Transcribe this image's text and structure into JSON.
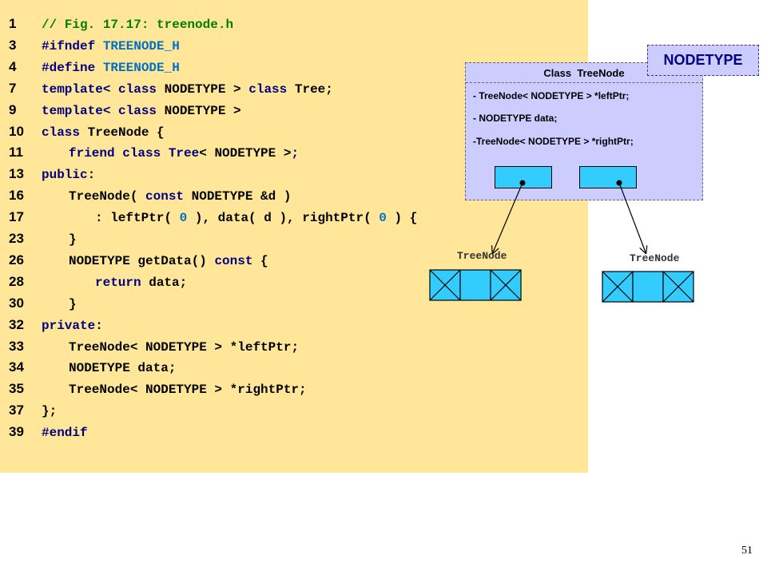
{
  "slide_number": "51",
  "code_lines": [
    {
      "no": "1",
      "indent": 0,
      "tokens": [
        {
          "t": "// Fig. 17.17: treenode.h",
          "c": "c"
        }
      ]
    },
    {
      "no": "3",
      "indent": 0,
      "tokens": [
        {
          "t": "#ifndef ",
          "c": "k"
        },
        {
          "t": "TREENODE_H",
          "c": "b"
        }
      ]
    },
    {
      "no": "4",
      "indent": 0,
      "tokens": [
        {
          "t": "#define ",
          "c": "k"
        },
        {
          "t": "TREENODE_H",
          "c": "b"
        }
      ]
    },
    {
      "no": "7",
      "indent": 0,
      "tokens": [
        {
          "t": "template",
          "c": "k"
        },
        {
          "t": "< class ",
          "c": "k"
        },
        {
          "t": "NODETYPE > ",
          "c": "i"
        },
        {
          "t": "class ",
          "c": "k"
        },
        {
          "t": "Tree;",
          "c": "i"
        }
      ]
    },
    {
      "no": "9",
      "indent": 0,
      "tokens": [
        {
          "t": "template",
          "c": "k"
        },
        {
          "t": "< class ",
          "c": "k"
        },
        {
          "t": "NODETYPE >",
          "c": "i"
        }
      ]
    },
    {
      "no": "10",
      "indent": 0,
      "tokens": [
        {
          "t": "class ",
          "c": "k"
        },
        {
          "t": "TreeNode {",
          "c": "i"
        }
      ]
    },
    {
      "no": "11",
      "indent": 1,
      "tokens": [
        {
          "t": "friend class ",
          "c": "k"
        },
        {
          "t": "Tree",
          "c": "k"
        },
        {
          "t": "< NODETYPE >",
          "c": "i"
        },
        {
          "t": ";",
          "c": "k"
        }
      ]
    },
    {
      "no": "13",
      "indent": 0,
      "tokens": [
        {
          "t": "public",
          "c": "k"
        },
        {
          "t": ":",
          "c": "i"
        }
      ]
    },
    {
      "no": "16",
      "indent": 1,
      "tokens": [
        {
          "t": "TreeNode( ",
          "c": "i"
        },
        {
          "t": "const ",
          "c": "k"
        },
        {
          "t": "NODETYPE &d )",
          "c": "i"
        }
      ]
    },
    {
      "no": "17",
      "indent": 2,
      "tokens": [
        {
          "t": ": leftPtr( ",
          "c": "i"
        },
        {
          "t": "0",
          "c": "b"
        },
        {
          "t": " ), data( d ), rightPtr( ",
          "c": "i"
        },
        {
          "t": "0",
          "c": "b"
        },
        {
          "t": " ) {",
          "c": "i"
        }
      ]
    },
    {
      "no": "23",
      "indent": 1,
      "tokens": [
        {
          "t": "}",
          "c": "i"
        }
      ]
    },
    {
      "no": "26",
      "indent": 1,
      "tokens": [
        {
          "t": "NODETYPE getData() ",
          "c": "i"
        },
        {
          "t": "const ",
          "c": "k"
        },
        {
          "t": "{",
          "c": "i"
        }
      ]
    },
    {
      "no": "28",
      "indent": 2,
      "tokens": [
        {
          "t": "return ",
          "c": "k"
        },
        {
          "t": "data;",
          "c": "i"
        }
      ]
    },
    {
      "no": "30",
      "indent": 1,
      "tokens": [
        {
          "t": "}",
          "c": "i"
        }
      ]
    },
    {
      "no": "32",
      "indent": 0,
      "tokens": [
        {
          "t": "private",
          "c": "k"
        },
        {
          "t": ":",
          "c": "i"
        }
      ]
    },
    {
      "no": "33",
      "indent": 1,
      "tokens": [
        {
          "t": "TreeNode",
          "c": "i"
        },
        {
          "t": "< NODETYPE > ",
          "c": "i"
        },
        {
          "t": "*leftPtr;",
          "c": "i"
        }
      ]
    },
    {
      "no": "34",
      "indent": 1,
      "tokens": [
        {
          "t": "NODETYPE data;",
          "c": "i"
        }
      ]
    },
    {
      "no": "35",
      "indent": 1,
      "tokens": [
        {
          "t": "TreeNode",
          "c": "i"
        },
        {
          "t": "< NODETYPE > ",
          "c": "i"
        },
        {
          "t": "*rightPtr;",
          "c": "i"
        }
      ]
    },
    {
      "no": "37",
      "indent": 0,
      "tokens": [
        {
          "t": "};",
          "c": "i"
        }
      ]
    },
    {
      "no": "39",
      "indent": 0,
      "tokens": [
        {
          "t": "#endif",
          "c": "k"
        }
      ]
    }
  ],
  "uml": {
    "title": "Class  TreeNode",
    "members": [
      "- TreeNode< NODETYPE > *leftPtr;",
      "- NODETYPE data;",
      "-TreeNode< NODETYPE > *rightPtr;"
    ]
  },
  "badge": "NODETYPE",
  "nodes": {
    "left_caption": "TreeNode",
    "right_caption": "TreeNode"
  },
  "colors": {
    "panel": "#ffe699",
    "keyword": "#000080",
    "literal": "#0070c0",
    "comment": "#008000",
    "uml_fill": "#ccccff",
    "cell_fill": "#33ccff"
  }
}
